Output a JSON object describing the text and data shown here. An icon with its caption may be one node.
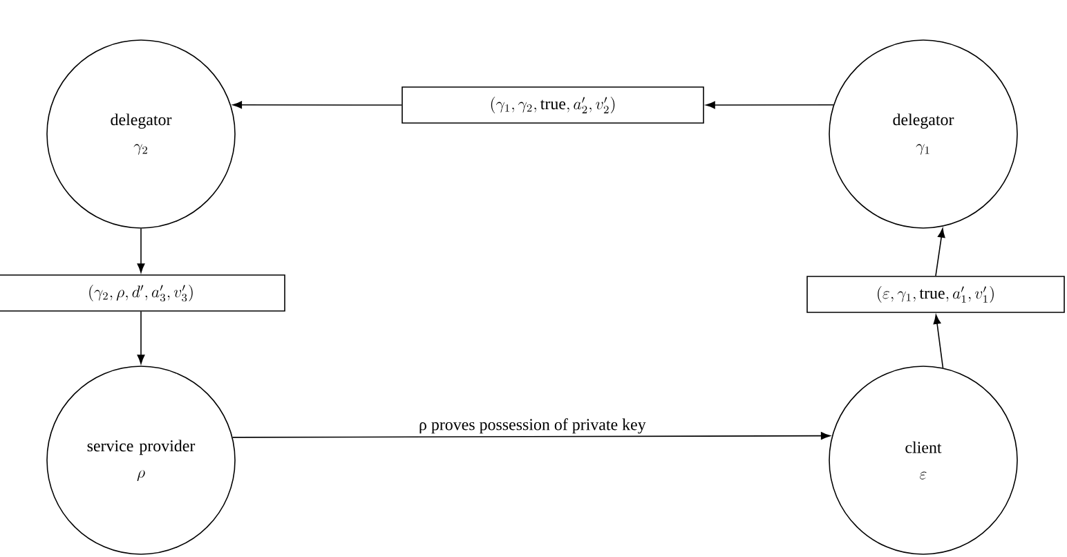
{
  "diagram": {
    "nodes": [
      {
        "text": [
          "delegator",
          "\\gamma_2"
        ]
      },
      {
        "text": [
          "(\\gamma_1, \\gamma_2, \\mathrm{true}, a'_2, v'_2)"
        ]
      },
      {
        "text": [
          "delegator",
          "\\gamma_1"
        ]
      },
      {
        "text": [
          "(\\gamma_2, \\rho, d', a'_3, v'_3)"
        ]
      },
      {
        "text": [
          "(\\varepsilon, \\gamma_1, \\mathrm{true}, a'_1, v'_1)"
        ]
      },
      {
        "text": [
          "service provider",
          "\\rho"
        ]
      },
      {
        "text": [
          "client",
          "\\varepsilon"
        ]
      }
    ],
    "edges": [
      {
        "from": 2,
        "to": 1,
        "arrow": "to"
      },
      {
        "from": 1,
        "to": 0,
        "arrow": "to"
      },
      {
        "from": 0,
        "to": 3,
        "arrow": "to"
      },
      {
        "from": 3,
        "to": 5,
        "arrow": "to"
      },
      {
        "from": 5,
        "to": 6,
        "arrow": "to",
        "label": "ρ proves possession of private key"
      },
      {
        "from": 6,
        "to": 4,
        "arrow": "to"
      },
      {
        "from": 4,
        "to": 2,
        "arrow": "to"
      }
    ]
  }
}
